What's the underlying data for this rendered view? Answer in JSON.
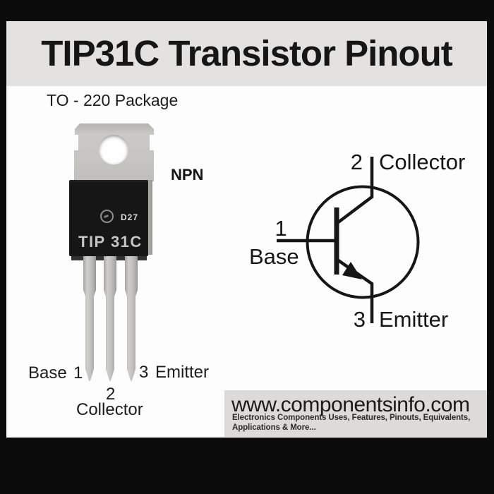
{
  "title": "TIP31C Transistor Pinout",
  "package": {
    "label": "TO - 220 Package",
    "transistor_type": "NPN",
    "body_marking": "TIP 31C",
    "date_code": "D27",
    "pins": [
      {
        "number": "1",
        "name": "Base"
      },
      {
        "number": "2",
        "name": "Collector"
      },
      {
        "number": "3",
        "name": "Emitter"
      }
    ]
  },
  "symbol": {
    "type": "npn-transistor-symbol",
    "pins": [
      {
        "number": "1",
        "name": "Base"
      },
      {
        "number": "2",
        "name": "Collector"
      },
      {
        "number": "3",
        "name": "Emitter"
      }
    ]
  },
  "footer": {
    "url": "www.componentsinfo.com",
    "tagline_line1": "Electronics Components Uses, Features, Pinouts, Equivalents,",
    "tagline_line2": "Applications & More..."
  },
  "colors": {
    "frame_black": "#0b0b0b",
    "band_gray": "#e3e2e0",
    "content_white": "#fdfdfd",
    "footer_gray": "#dcdbd9",
    "package_metal": "#c7c5c2",
    "package_body": "#161616",
    "line_black": "#161616"
  }
}
